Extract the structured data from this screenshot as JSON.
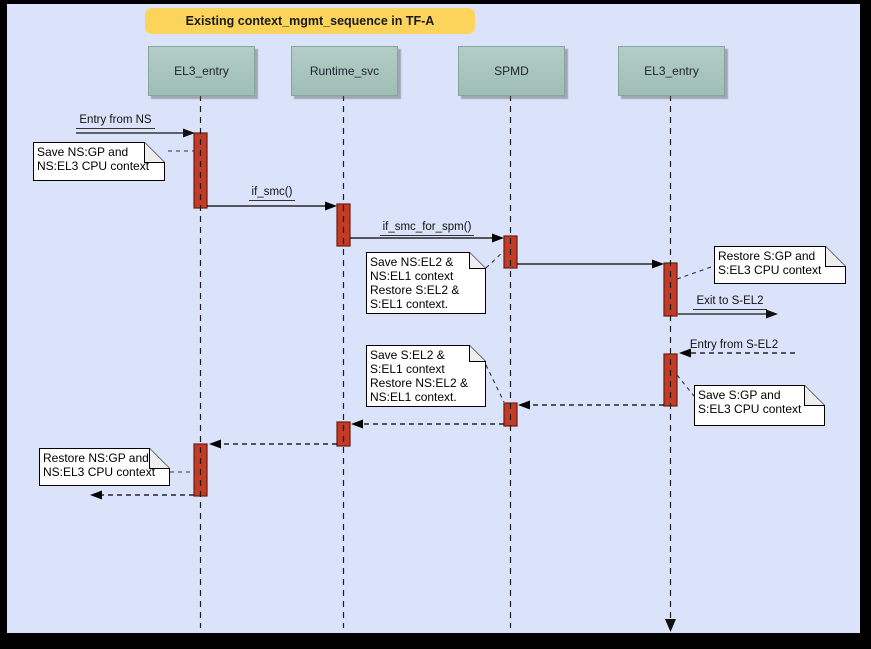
{
  "title": "Existing context_mgmt_sequence in TF-A",
  "lifelines": [
    {
      "label": "EL3_entry"
    },
    {
      "label": "Runtime_svc"
    },
    {
      "label": "SPMD"
    },
    {
      "label": "EL3_entry"
    }
  ],
  "messages": [
    {
      "label": "Entry from NS",
      "from": "external-left",
      "to": "EL3_entry",
      "style": "solid"
    },
    {
      "label": "if_smc()",
      "from": "EL3_entry",
      "to": "Runtime_svc",
      "style": "solid"
    },
    {
      "label": "if_smc_for_spm()",
      "from": "Runtime_svc",
      "to": "SPMD",
      "style": "solid"
    },
    {
      "label": "",
      "from": "SPMD",
      "to": "EL3_entry-right",
      "style": "solid"
    },
    {
      "label": "Exit to S-EL2",
      "from": "EL3_entry-right",
      "to": "external-right",
      "style": "solid"
    },
    {
      "label": "Entry from S-EL2",
      "from": "external-right",
      "to": "EL3_entry-right",
      "style": "dashed"
    },
    {
      "label": "",
      "from": "EL3_entry-right",
      "to": "SPMD",
      "style": "dashed"
    },
    {
      "label": "",
      "from": "SPMD",
      "to": "Runtime_svc",
      "style": "dashed"
    },
    {
      "label": "",
      "from": "Runtime_svc",
      "to": "EL3_entry",
      "style": "dashed"
    },
    {
      "label": "",
      "from": "EL3_entry",
      "to": "external-left",
      "style": "dashed"
    }
  ],
  "notes": [
    {
      "text": "Save NS:GP and\nNS:EL3 CPU context",
      "attached_to": "EL3_entry"
    },
    {
      "text": "Save NS:EL2 &\nNS:EL1 context\nRestore S:EL2 &\nS:EL1 context.",
      "attached_to": "SPMD"
    },
    {
      "text": "Restore S:GP and\nS:EL3 CPU context",
      "attached_to": "EL3_entry-right"
    },
    {
      "text": "Save S:EL2 &\nS:EL1 context\nRestore NS:EL2 &\nNS:EL1 context.",
      "attached_to": "SPMD"
    },
    {
      "text": "Save S:GP and\nS:EL3 CPU context",
      "attached_to": "EL3_entry-right"
    },
    {
      "text": "Restore NS:GP and\nNS:EL3 CPU context",
      "attached_to": "EL3_entry"
    }
  ],
  "colors": {
    "frame": "#000000",
    "background": "#dbe3fa",
    "title_bg": "#fcd45c",
    "lifeline_head_bg": "#a5c3bb",
    "activation_bar": "#c13b27",
    "activation_border": "#701a10",
    "note_bg": "#ffffff",
    "external_message_line": "#5a646d",
    "message_line": "#000000"
  }
}
